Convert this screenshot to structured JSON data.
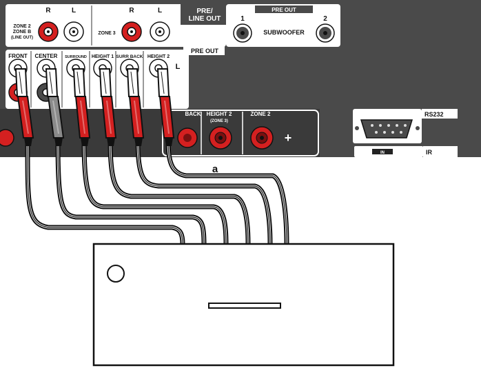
{
  "panel": {
    "zone2_zoneb_label_line1": "ZONE 2",
    "zone2_zoneb_label_line2": "ZONE B",
    "zone2_zoneb_label_line3": "(LINE OUT)",
    "zone3_label": "ZONE 3",
    "pre_line_out_line1": "PRE/",
    "pre_line_out_line2": "LINE OUT",
    "pre_out_top": "PRE OUT",
    "subwoofer_label": "SUBWOOFER",
    "sub_ch1": "1",
    "sub_ch2": "2",
    "pre_out_main": "PRE OUT",
    "ch_r1": "R",
    "ch_l1": "L",
    "ch_r2": "R",
    "ch_l2": "L",
    "ch_l_side": "L",
    "channels": [
      "FRONT",
      "CENTER",
      "SURROUND",
      "HEIGHT 1",
      "SURR BACK",
      "HEIGHT 2"
    ],
    "speaker_labels": {
      "back": "BACK",
      "height2_line1": "HEIGHT 2",
      "height2_line2": "(ZONE 3)",
      "zone2": "ZONE 2",
      "plus": "+"
    },
    "rs232_label": "RS232",
    "ir_label": "IR",
    "in_label": "IN"
  },
  "callout": "a",
  "colors": {
    "panel": "#4a4a4a",
    "plug_red": "#d42020",
    "plug_grey": "#8a8a8a",
    "cable": "#111111"
  }
}
